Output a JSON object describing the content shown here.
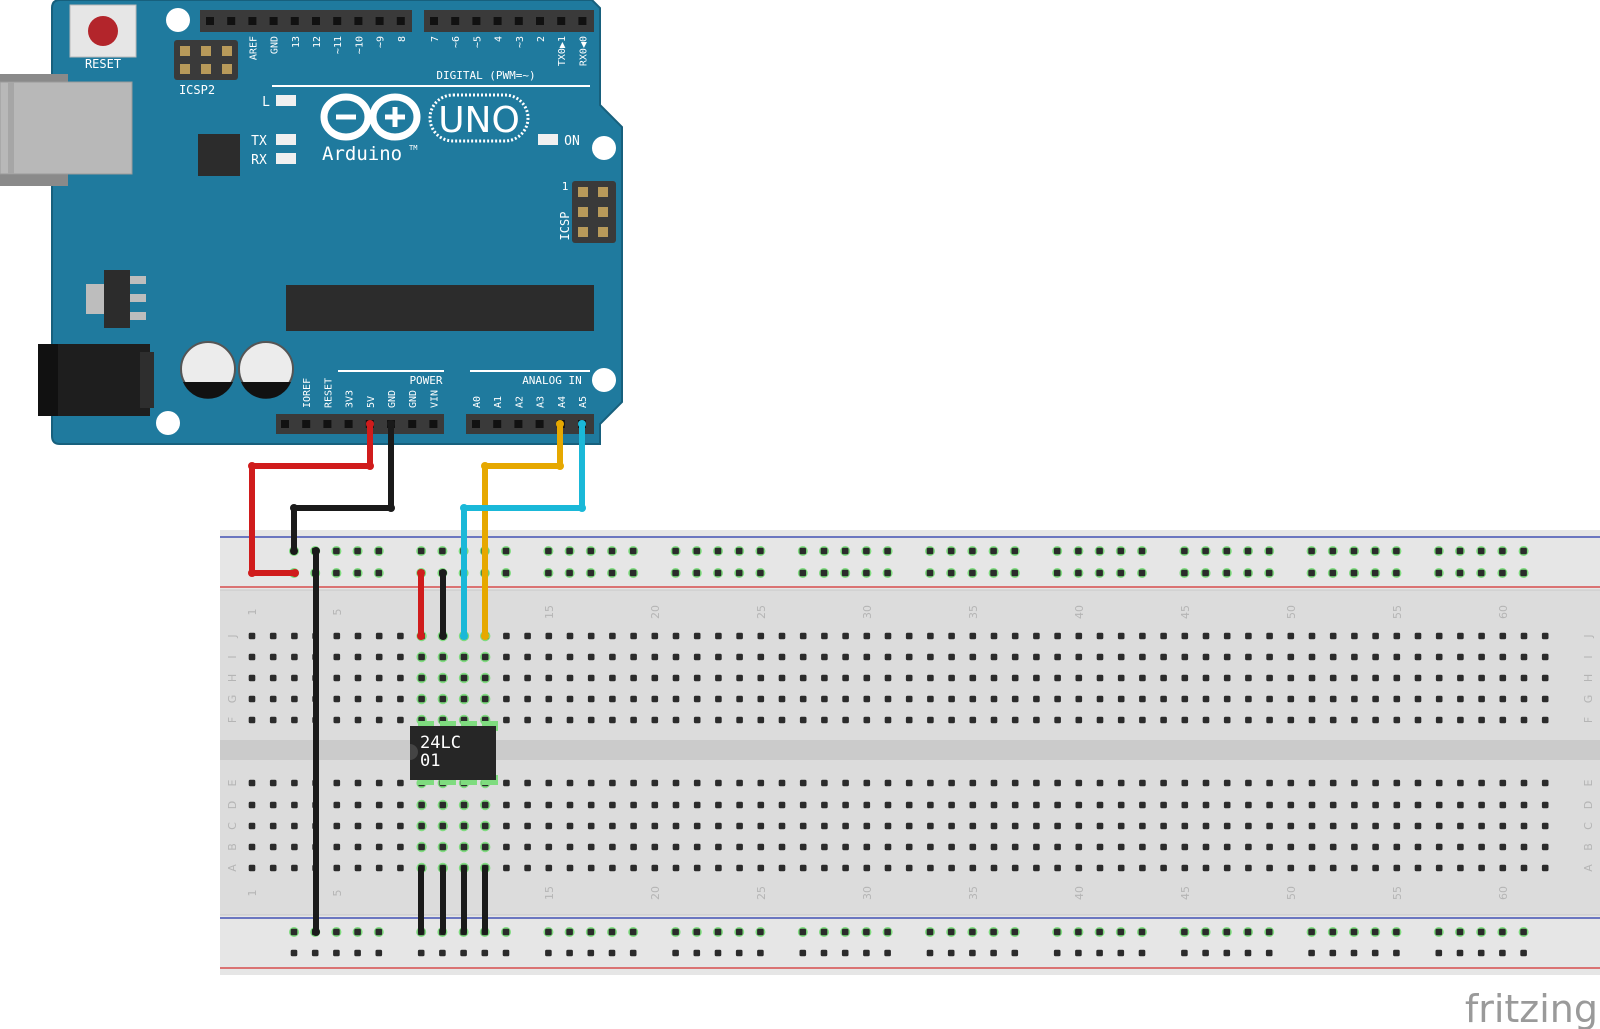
{
  "board": {
    "reset_label": "RESET",
    "icsp2_label": "ICSP2",
    "icsp_label": "ICSP",
    "icsp_pin1": "1",
    "digital_label": "DIGITAL (PWM=~)",
    "digital_pins": [
      "AREF",
      "GND",
      "13",
      "12",
      "~11",
      "~10",
      "~9",
      "8",
      "7",
      "~6",
      "~5",
      "4",
      "~3",
      "2",
      "TX0▶1",
      "RX0◀0"
    ],
    "led_l": "L",
    "led_tx": "TX",
    "led_rx": "RX",
    "led_on": "ON",
    "brand": "Arduino",
    "tm": "TM",
    "model": "UNO",
    "power_label": "POWER",
    "power_pins": [
      "IOREF",
      "RESET",
      "3V3",
      "5V",
      "GND",
      "GND",
      "VIN"
    ],
    "analog_label": "ANALOG IN",
    "analog_pins": [
      "A0",
      "A1",
      "A2",
      "A3",
      "A4",
      "A5"
    ],
    "colors": {
      "board": "#1f7a9e",
      "header": "#3a3a3a",
      "usb": "#b8b8b8",
      "reset_button": "#b3252b"
    }
  },
  "breadboard": {
    "column_numbers": [
      "1",
      "5",
      "15",
      "20",
      "25",
      "30",
      "35",
      "40",
      "45",
      "50",
      "55",
      "60"
    ],
    "row_letters_top": [
      "J",
      "I",
      "H",
      "G",
      "F"
    ],
    "row_letters_bottom": [
      "E",
      "D",
      "C",
      "B",
      "A"
    ],
    "colors": {
      "body": "#dcdcdc",
      "rail_red": "#d32f2f",
      "rail_blue": "#2233aa",
      "hole": "#2b2b2b",
      "active": "#3fbf3f"
    }
  },
  "chip": {
    "line1": "24LC",
    "line2": "01"
  },
  "wires": {
    "colors": {
      "vcc": "#d01c1c",
      "gnd": "#1a1a1a",
      "sda": "#e6a800",
      "scl": "#1ab8d8"
    }
  },
  "logo": "fritzing"
}
